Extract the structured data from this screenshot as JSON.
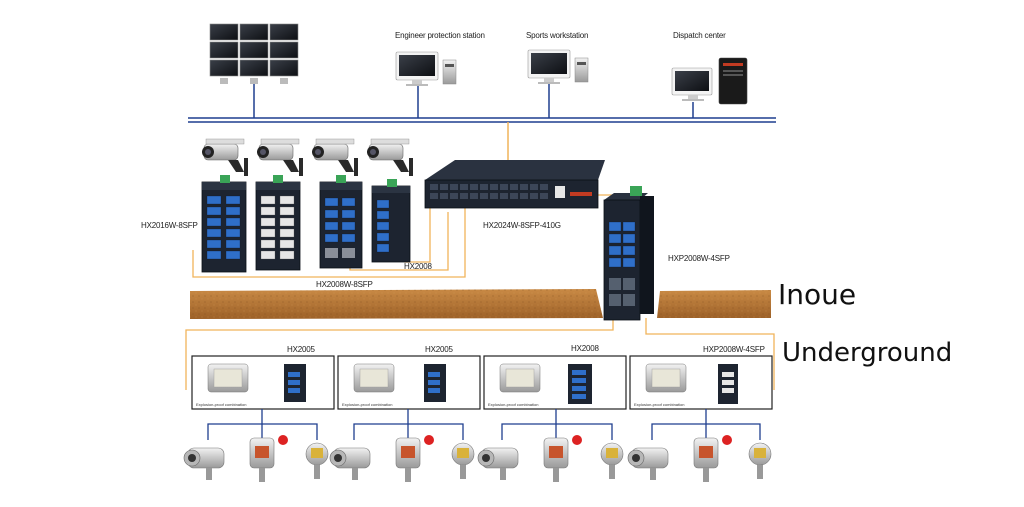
{
  "stations": {
    "engineer": "Engineer protection station",
    "sports": "Sports workstation",
    "dispatch": "Dispatch center"
  },
  "switches": {
    "hx2016": "HX2016W-8SFP",
    "hx2008w": "HX2008W-8SFP",
    "hx2008": "HX2008",
    "core": "HX2024W-8SFP-410G",
    "hxp_top": "HXP2008W-4SFP"
  },
  "zones": {
    "above": "Inoue",
    "below": "Underground"
  },
  "boxes": [
    {
      "title": "HX2005",
      "caption": "Explosion-proof combination"
    },
    {
      "title": "HX2005",
      "caption": "Explosion-proof combination"
    },
    {
      "title": "HX2008",
      "caption": "Explosion-proof combination"
    },
    {
      "title": "HXP2008W-4SFP",
      "caption": "Explosion-proof combination"
    }
  ],
  "colors": {
    "fiber_line": "#f0b45a",
    "network_bus": "#1f3f8f",
    "ground": "#b9793a",
    "device_dark": "#1d2430",
    "port_blue": "#2f6fc9"
  }
}
